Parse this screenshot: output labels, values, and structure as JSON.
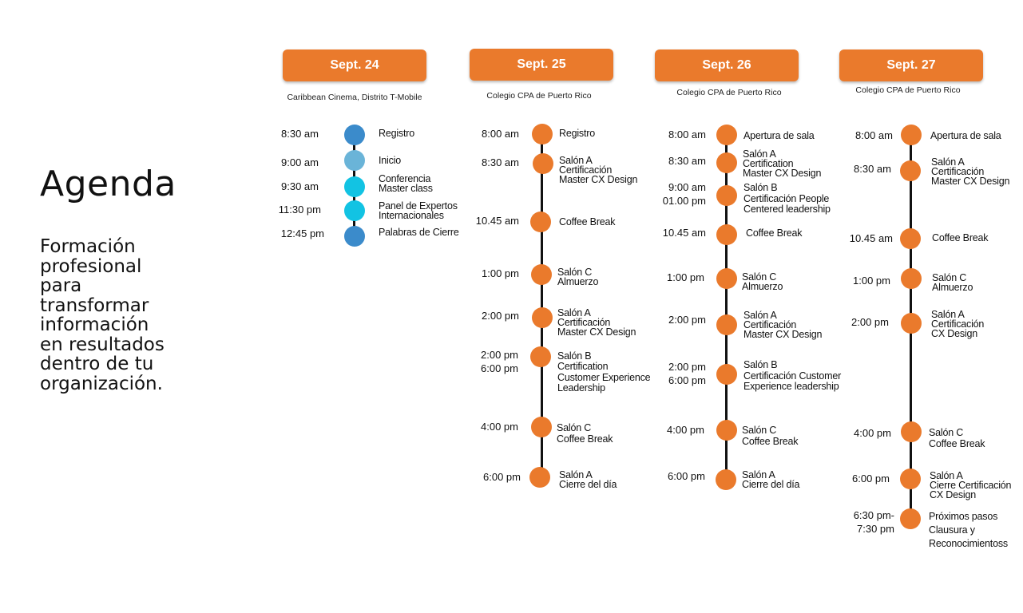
{
  "agenda": {
    "title": "Agenda",
    "subtitle": "Formación\nprofesional\npara\ntransformar\ninformación\nen resultados\ndentro de tu\norganización."
  },
  "colors": {
    "orange": "#ea7a2c",
    "blue_dark": "#3b8bcb",
    "blue_light": "#6ab4d8",
    "cyan": "#12c3e3",
    "line": "#111111"
  },
  "days": [
    {
      "label": "Sept. 24",
      "venue": "Caribbean Cinema, Distrito T-Mobile",
      "events": [
        {
          "time": "8:30 am",
          "label": "Registro",
          "color": "#3b8bcb"
        },
        {
          "time": "9:00 am",
          "label": "Inicio",
          "color": "#6ab4d8"
        },
        {
          "time": "9:30 am",
          "label": "Conferencia\nMaster class",
          "color": "#12c3e3"
        },
        {
          "time": "11:30 pm",
          "label": "Panel de Expertos\nInternacionales",
          "color": "#12c3e3"
        },
        {
          "time": "12:45 pm",
          "label": "Palabras de Cierre",
          "color": "#3b8bcb"
        }
      ]
    },
    {
      "label": "Sept. 25",
      "venue": "Colegio CPA de Puerto Rico",
      "events": [
        {
          "time": "8:00 am",
          "label": "Registro",
          "color": "#ea7a2c"
        },
        {
          "time": "8:30 am",
          "label": "Salón A\nCertificación\nMaster CX Design",
          "color": "#ea7a2c"
        },
        {
          "time": "10.45 am",
          "label": "Coffee Break",
          "color": "#ea7a2c"
        },
        {
          "time": "1:00 pm",
          "label": "Salón C\nAlmuerzo",
          "color": "#ea7a2c"
        },
        {
          "time": "2:00 pm",
          "label": "Salón A\nCertificación\nMaster CX Design",
          "color": "#ea7a2c"
        },
        {
          "time": "2:00 pm\n6:00 pm",
          "label": "Salón B\nCertification\nCustomer Experience\nLeadership",
          "color": "#ea7a2c"
        },
        {
          "time": "4:00 pm",
          "label": "Salón C\nCoffee Break",
          "color": "#ea7a2c"
        },
        {
          "time": "6:00 pm",
          "label": "Salón A\nCierre del día",
          "color": "#ea7a2c"
        }
      ]
    },
    {
      "label": "Sept. 26",
      "venue": "Colegio CPA de Puerto Rico",
      "events": [
        {
          "time": "8:00 am",
          "label": "Apertura de sala",
          "color": "#ea7a2c"
        },
        {
          "time": "8:30 am",
          "label": "Salón A\nCertification\nMaster CX Design",
          "color": "#ea7a2c"
        },
        {
          "time": "9:00 am\n01.00 pm",
          "label": "Salón B\nCertificación People\nCentered leadership",
          "color": "#ea7a2c"
        },
        {
          "time": "10.45 am",
          "label": "Coffee Break",
          "color": "#ea7a2c"
        },
        {
          "time": "1:00 pm",
          "label": "Salón C\nAlmuerzo",
          "color": "#ea7a2c"
        },
        {
          "time": "2:00 pm",
          "label": "Salón A\nCertificación\nMaster CX Design",
          "color": "#ea7a2c"
        },
        {
          "time": "2:00 pm\n6:00 pm",
          "label": "Salón B\nCertificación Customer\nExperience leadership",
          "color": "#ea7a2c"
        },
        {
          "time": "4:00 pm",
          "label": "Salón C\nCoffee Break",
          "color": "#ea7a2c"
        },
        {
          "time": "6:00 pm",
          "label": "Salón A\nCierre del día",
          "color": "#ea7a2c"
        }
      ]
    },
    {
      "label": "Sept. 27",
      "venue": "Colegio CPA de Puerto Rico",
      "events": [
        {
          "time": "8:00 am",
          "label": "Apertura de sala",
          "color": "#ea7a2c"
        },
        {
          "time": "8:30 am",
          "label": "Salón A\nCertificación\nMaster CX Design",
          "color": "#ea7a2c"
        },
        {
          "time": "10.45 am",
          "label": "Coffee Break",
          "color": "#ea7a2c"
        },
        {
          "time": "1:00 pm",
          "label": "Salón C\nAlmuerzo",
          "color": "#ea7a2c"
        },
        {
          "time": "2:00 pm",
          "label": "Salón A\nCertificación\nCX Design",
          "color": "#ea7a2c"
        },
        {
          "time": "4:00 pm",
          "label": "Salón C\nCoffee Break",
          "color": "#ea7a2c"
        },
        {
          "time": "6:00 pm",
          "label": "Salón A\nCierre  Certificación\nCX Design",
          "color": "#ea7a2c"
        },
        {
          "time": "6:30 pm-\n7:30 pm",
          "label": "Próximos pasos\nClausura y\nReconocimientoss",
          "color": "#ea7a2c"
        }
      ]
    }
  ]
}
